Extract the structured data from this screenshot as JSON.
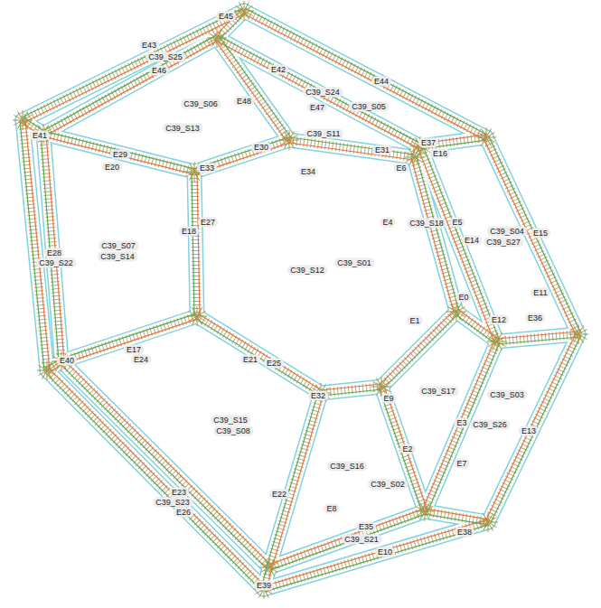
{
  "diagram": {
    "labels": [
      "E45",
      "E43",
      "C39_S25",
      "E46",
      "E42",
      "E44",
      "C39_S24",
      "C39_S06",
      "C39_S05",
      "E48",
      "E47",
      "C39_S13",
      "C39_S11",
      "E41",
      "E29",
      "E30",
      "E31",
      "E37",
      "E16",
      "E6",
      "E20",
      "E33",
      "E34",
      "E27",
      "E18",
      "E4",
      "C39_S18",
      "E5",
      "C39_S04",
      "E15",
      "E14",
      "C39_S27",
      "C39_S07",
      "C39_S14",
      "E28",
      "C39_S22",
      "C39_S01",
      "C39_S12",
      "E0",
      "E11",
      "E12",
      "E36",
      "E1",
      "E17",
      "E24",
      "E21",
      "E25",
      "E40",
      "E32",
      "E9",
      "C39_S17",
      "C39_S03",
      "E3",
      "C39_S26",
      "E13",
      "E2",
      "E7",
      "C39_S15",
      "C39_S08",
      "C39_S16",
      "C39_S02",
      "E23",
      "C39_S23",
      "E26",
      "E22",
      "E8",
      "E35",
      "E38",
      "C39_S21",
      "E10",
      "E39"
    ]
  }
}
